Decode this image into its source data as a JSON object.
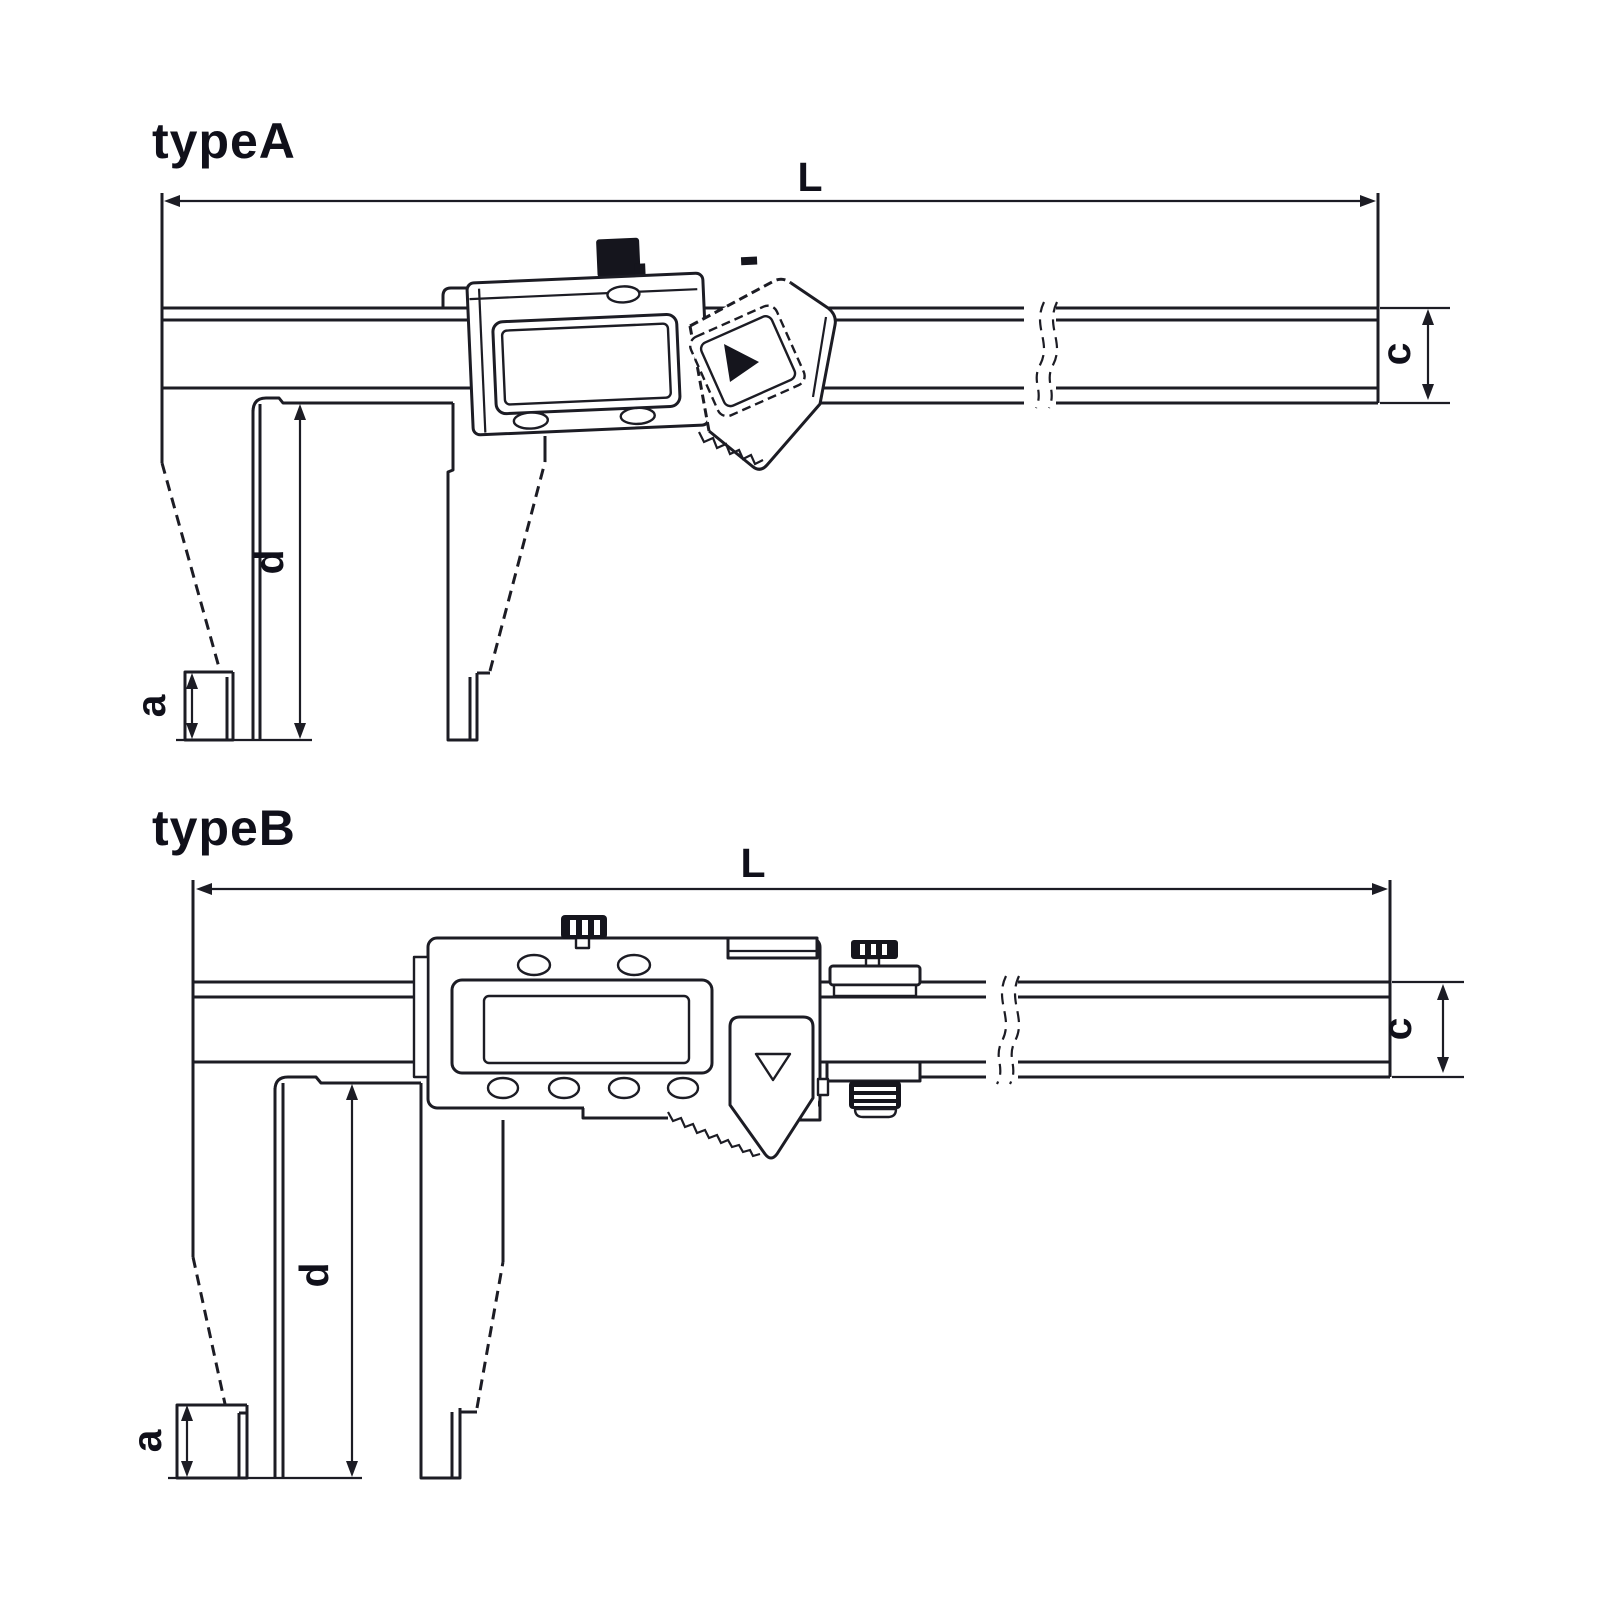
{
  "colors": {
    "ink": "#1c1c24",
    "background": "#ffffff"
  },
  "typeA": {
    "title": "typeA",
    "dims": {
      "length": "L",
      "beam_height": "c",
      "jaw_depth": "d",
      "jaw_tip": "a"
    }
  },
  "typeB": {
    "title": "typeB",
    "dims": {
      "length": "L",
      "beam_height": "c",
      "jaw_depth": "d",
      "jaw_tip": "a"
    }
  }
}
